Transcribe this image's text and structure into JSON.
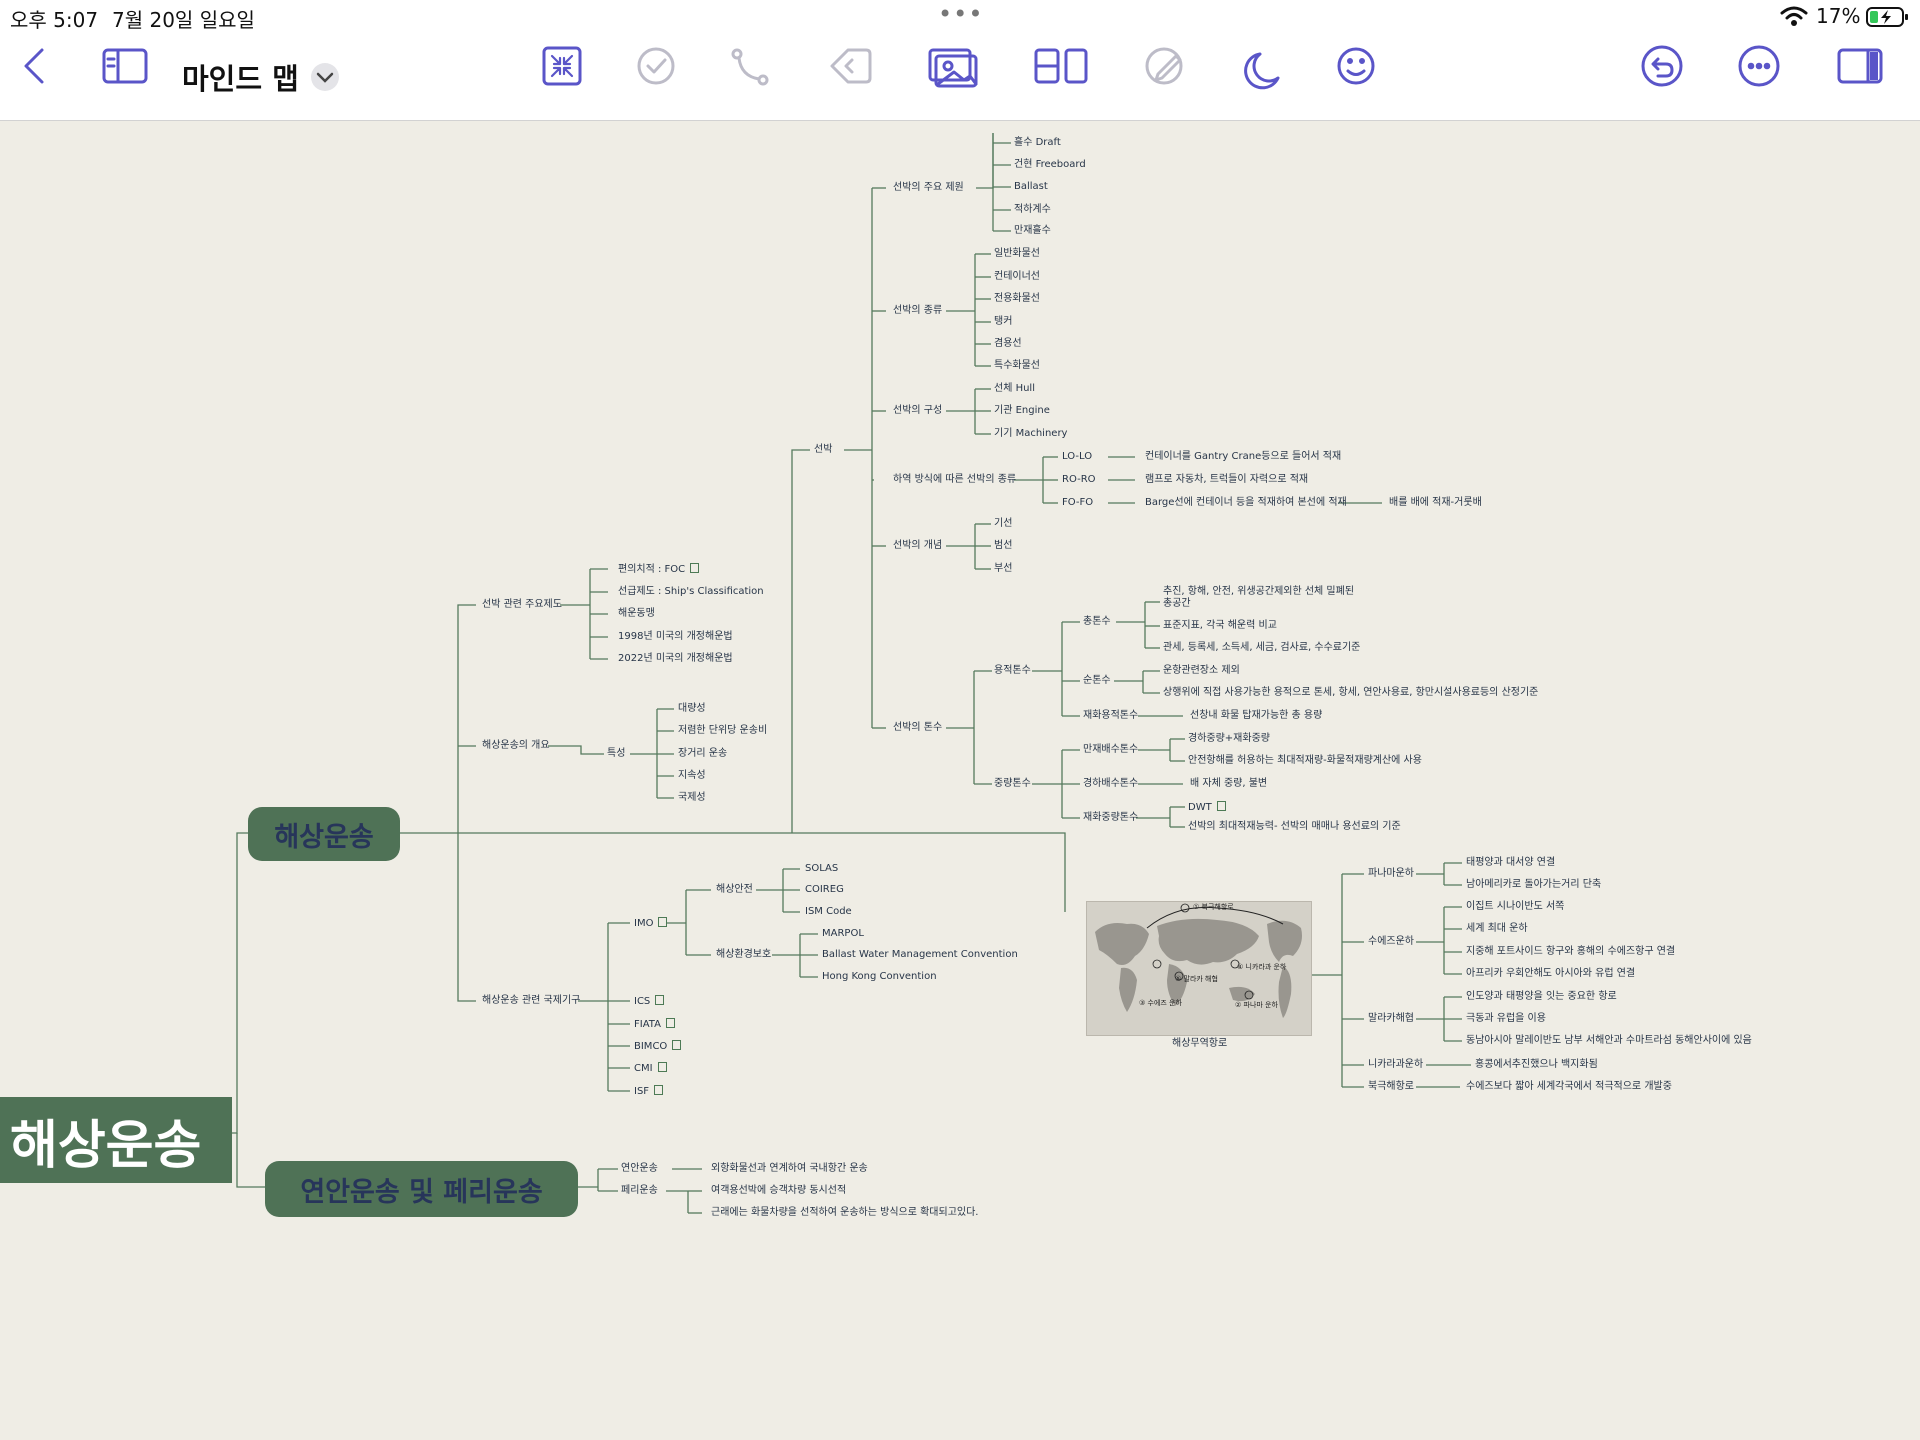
{
  "status_bar": {
    "time": "오후 5:07",
    "date": "7월 20일 일요일",
    "battery": "17%",
    "handle": "•••"
  },
  "toolbar": {
    "title": "마인드 맵",
    "accent": "#5a55c8",
    "icons": [
      "back-chevron-icon",
      "sidebar-icon",
      "title-chevron-icon",
      "collapse-icon",
      "task-check-icon",
      "relationship-icon",
      "boundary-icon",
      "image-icon",
      "layout-icon",
      "pen-icon",
      "theme-icon",
      "emoji-icon",
      "undo-icon",
      "more-icon",
      "format-panel-icon"
    ]
  },
  "mindmap": {
    "colors": {
      "branch": "#4f7256",
      "line": "#557a5d",
      "text": "#273548",
      "background": "#efede5"
    },
    "central": "해상운송",
    "main_topics": [
      "해상운송",
      "연안운송 및 페리운송"
    ],
    "ship": {
      "label": "선박",
      "specs": {
        "label": "선박의 주요 제원",
        "items": [
          "흘수 Draft",
          "건현 Freeboard",
          "Ballast",
          "적하계수",
          "만재흘수"
        ]
      },
      "types": {
        "label": "선박의 종류",
        "items": [
          "일반화물선",
          "컨테이너선",
          "전용화물선",
          "탱커",
          "겸용선",
          "특수화물선"
        ]
      },
      "structure": {
        "label": "선박의 구성",
        "items": [
          "선체 Hull",
          "기관 Engine",
          "기기 Machinery"
        ]
      },
      "loading": {
        "label": "하역 방식에 따른 선박의 종류",
        "items": [
          {
            "name": "LO-LO",
            "desc": "컨테이너를 Gantry Crane등으로 들어서 적재"
          },
          {
            "name": "RO-RO",
            "desc": "램프로 자동차, 트럭들이 자력으로 적재"
          },
          {
            "name": "FO-FO",
            "desc": "Barge선에 컨테이너 등을 적재하여 본선에 적재",
            "extra": "배를 배에 적재-거룻배"
          }
        ]
      },
      "concept": {
        "label": "선박의 개념",
        "items": [
          "기선",
          "범선",
          "부선"
        ]
      },
      "tonnage": {
        "label": "선박의 톤수",
        "volume": {
          "label": "용적톤수",
          "gross": {
            "label": "총톤수",
            "items": [
              "추진, 항해, 안전, 위생공간제외한 선체 밀폐된 총공간",
              "표준지표, 각국 해운력 비교",
              "관세, 등록세, 소득세, 세금, 검사료, 수수료기준"
            ]
          },
          "net": {
            "label": "순톤수",
            "items": [
              "운항관련장소 제외",
              "상행위에 직접 사용가능한 용적으로 톤세, 항세, 연안사용료, 항만시설사용료등의 산정기준"
            ]
          },
          "cargo": {
            "label": "재화용적톤수",
            "desc": "선창내 화물 탑재가능한 총 용량"
          }
        },
        "weight": {
          "label": "중량톤수",
          "full": {
            "label": "만재배수톤수",
            "items": [
              "경하중량+재화중량",
              "안전항해를 허용하는 최대적재량-화물적재량계산에 사용"
            ]
          },
          "light": {
            "label": "경하배수톤수",
            "desc": "배 자체 중량, 불변"
          },
          "dead": {
            "label": "재화중량톤수",
            "items": [
              "DWT",
              "선박의 최대적재능력- 선박의 매매나 용선료의 기준"
            ]
          }
        }
      }
    },
    "systems": {
      "label": "선박 관련 주요제도",
      "items": [
        "편의치적 : FOC",
        "선급제도 : Ship's Classification",
        "해운동맹",
        "1998년 미국의 개정해운법",
        "2022년 미국의 개정해운법"
      ]
    },
    "overview": {
      "label": "해상운송의 개요",
      "feature": "특성",
      "items": [
        "대량성",
        "저렴한 단위당 운송비",
        "장거리 운송",
        "지속성",
        "국제성"
      ]
    },
    "orgs": {
      "label": "해상운송 관련 국제기구",
      "imo": "IMO",
      "safety": {
        "label": "해상안전",
        "items": [
          "SOLAS",
          "COIREG",
          "ISM Code"
        ]
      },
      "env": {
        "label": "해상환경보호",
        "items": [
          "MARPOL",
          "Ballast Water Management Convention",
          "Hong Kong Convention"
        ]
      },
      "others": [
        "ICS",
        "FIATA",
        "BIMCO",
        "CMI",
        "ISF"
      ]
    },
    "routes": {
      "label": "해상무역항로",
      "map_labels": [
        "① 북극해항로",
        "② 파나마 운하",
        "③ 수에즈 운하",
        "④ 니카라과 운하",
        "⑤ 말라카 해협"
      ],
      "panama": {
        "label": "파나마운하",
        "items": [
          "태평양과 대서양 연결",
          "남아메리카로 돌아가는거리 단축"
        ]
      },
      "suez": {
        "label": "수에즈운하",
        "items": [
          "이집트 시나이반도 서쪽",
          "세계 최대 운하",
          "지중해 포트사이드 항구와 홍해의 수에즈항구 연결",
          "아프리카 우회안해도 아시아와 유럽 연결"
        ]
      },
      "malacca": {
        "label": "말라카해협",
        "items": [
          "인도양과 태평양을 잇는 중요한 항로",
          "극동과 유럽을 이용",
          "동남아시아 말레이반도 남부 서해안과 수마트라섬 동해안사이에 있음"
        ]
      },
      "nicaragua": {
        "label": "니카라과운하",
        "desc": "홍콩에서추진했으나 백지화됨"
      },
      "arctic": {
        "label": "북극해항로",
        "desc": "수에즈보다 짧아 세계각국에서 적극적으로 개발중"
      }
    },
    "coastal": {
      "coastal": {
        "label": "연안운송",
        "desc": "외항화물선과 연계하여 국내항간 운송"
      },
      "ferry": {
        "label": "페리운송",
        "items": [
          "여객용선박에 승객차량 동시선적",
          "근래에는 화물차량을 선적하여 운송하는 방식으로 확대되고있다."
        ]
      }
    }
  }
}
